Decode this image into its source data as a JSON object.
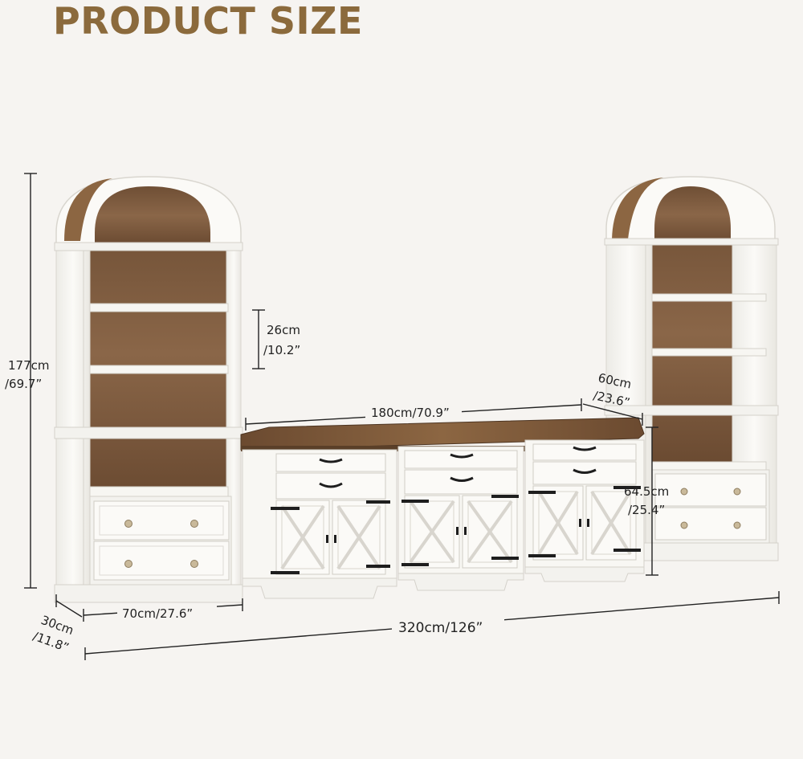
{
  "heading": "PRODUCT SIZE",
  "colors": {
    "heading": "#8b6a3c",
    "wood": "#7a5a3e",
    "cabinet": "#f8f7f3",
    "hardware": "#1e1e1e",
    "background": "#f6f4f1"
  },
  "dimensions": {
    "total_height": {
      "cm": "177cm",
      "inch": "/69.7”"
    },
    "shelf_gap": {
      "cm": "26cm",
      "inch": "/10.2”"
    },
    "console_width": "180cm/70.9”",
    "console_depth": {
      "cm": "60cm",
      "inch": "/23.6”"
    },
    "console_height": {
      "cm": "64.5cm",
      "inch": "/25.4”"
    },
    "bookcase_width": "70cm/27.6”",
    "bookcase_depth": {
      "cm": "30cm",
      "inch": "/11.8”"
    },
    "total_width": "320cm/126”"
  }
}
